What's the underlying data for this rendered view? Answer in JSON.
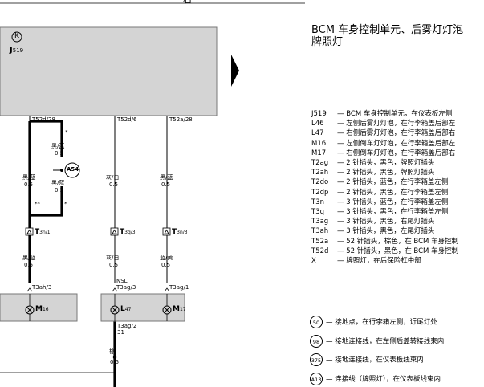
{
  "page_header": "右",
  "title_line1": "BCM 车身控制单元、后雾灯灯泡",
  "title_line2": "牌照灯",
  "module": {
    "ground_symbol": "K",
    "id": "J",
    "id_sub": "519"
  },
  "wires": {
    "w1_connector": "T52d/28",
    "w1_color_top": "黑/蓝",
    "w1_size_top": "0.5",
    "w1_branch_color": "黑/蓝",
    "w1_branch_size": "0.5",
    "w1_branch_color2": "黑/蓝",
    "w1_branch_size2": "0.5",
    "star_upper": "*",
    "star_lower": "*",
    "double_star": "**",
    "junction": "A54",
    "w1_plug": "T",
    "w1_plug_sub": "3n/1",
    "w1_color_mid": "黑/蓝",
    "w1_size_mid": "0.5",
    "w1_lamp_pin": "T3ah/3",
    "w1_lamp": "M",
    "w1_lamp_sub": "16",
    "w2_connector": "T52d/6",
    "w2_color_top": "灰/白",
    "w2_size_top": "0.5",
    "w2_plug": "T",
    "w2_plug_sub": "3q/3",
    "w2_color_mid": "灰/白",
    "w2_size_mid": "0.5",
    "w2_nsl": "NSL",
    "w2_lamp_pin": "T3ag/3",
    "w2_lamp": "L",
    "w2_lamp_sub": "47",
    "w2_ground_pin": "T3ag/2",
    "w2_ground_num": "31",
    "w2_ground_color": "棕",
    "w2_ground_size": "0.5",
    "w3_connector": "T52a/28",
    "w3_color_top": "黑/蓝",
    "w3_size_top": "0.5",
    "w3_plug": "T",
    "w3_plug_sub": "3n/3",
    "w3_color_mid": "蓝/黄",
    "w3_size_mid": "0.5",
    "w3_lamp_pin": "T3ag/1",
    "w3_lamp": "M",
    "w3_lamp_sub": "17"
  },
  "legend": [
    {
      "code": "J519",
      "text": "BCM 车身控制单元，在仪表板左侧"
    },
    {
      "code": "L46",
      "text": "左侧后雾灯灯泡，在行李箱盖后部左"
    },
    {
      "code": "L47",
      "text": "右侧后雾灯灯泡，在行李箱盖后部右"
    },
    {
      "code": "M16",
      "text": "左侧倒车灯灯泡，在行李箱盖后部左"
    },
    {
      "code": "M17",
      "text": "右侧倒车灯灯泡，在行李箱盖后部右"
    },
    {
      "code": "T2ag",
      "text": "2 针插头，黑色，牌照灯插头"
    },
    {
      "code": "T2ah",
      "text": "2 针插头，黑色，牌照灯插头"
    },
    {
      "code": "T2do",
      "text": "2 针插头，蓝色，在行李箱盖左侧"
    },
    {
      "code": "T2dp",
      "text": "2 针插头，黑色，在行李箱盖左侧"
    },
    {
      "code": "T3n",
      "text": "3 针插头，蓝色，在行李箱盖左侧"
    },
    {
      "code": "T3q",
      "text": "3 针插头，黑色，在行李箱盖左侧"
    },
    {
      "code": "T3ag",
      "text": "3 针插头，黑色，右尾灯插头"
    },
    {
      "code": "T3ah",
      "text": "3 针插头，黑色，左尾灯插头"
    },
    {
      "code": "T52a",
      "text": "52 针插头，棕色，在 BCM 车身控制"
    },
    {
      "code": "T52d",
      "text": "52 针插头，黑色，在 BCM 车身控制"
    },
    {
      "code": "X",
      "text": "牌照灯，在后保险杠中部"
    }
  ],
  "legend_circles": [
    {
      "code": "50",
      "text": "接地点，在行李箱左侧，近尾灯处"
    },
    {
      "code": "98",
      "text": "接地连接线，在左侧后盖转接线束内"
    },
    {
      "code": "375",
      "text": "接地连接线，在仪表板线束内"
    },
    {
      "code": "A13",
      "text": "连接线（牌照灯），在仪表板线束内"
    }
  ],
  "legend_dash": "—"
}
